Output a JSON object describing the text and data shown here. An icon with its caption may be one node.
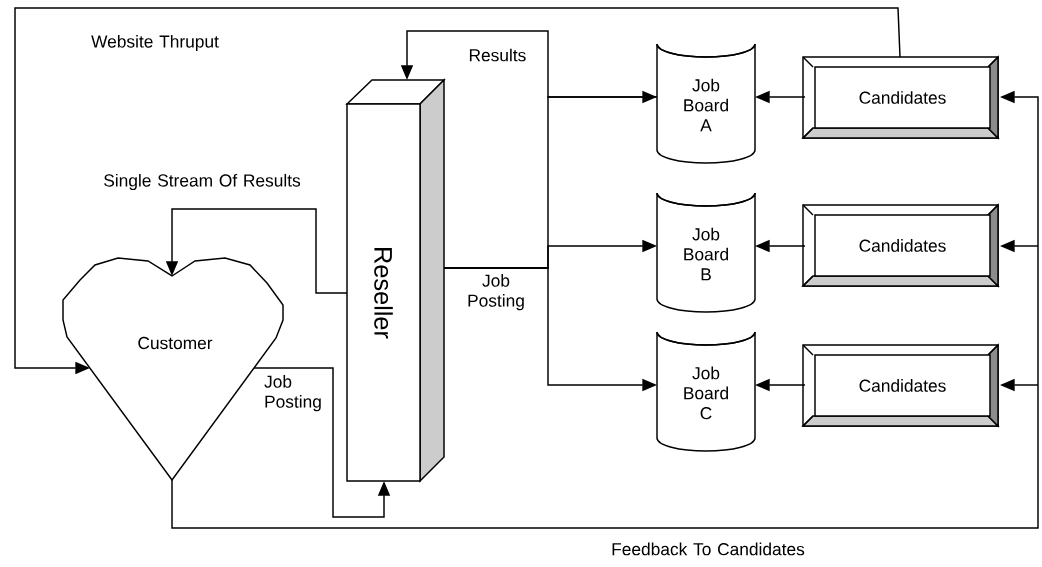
{
  "diagram": {
    "nodes": [
      {
        "text": [
          "Customer"
        ]
      },
      {
        "text": [
          "Reseller"
        ]
      },
      {
        "text": [
          "Job Board A"
        ]
      },
      {
        "text": [
          "Job Board B"
        ]
      },
      {
        "text": [
          "Job Board C"
        ]
      },
      {
        "text": [
          "Candidates"
        ]
      },
      {
        "text": [
          "Candidates"
        ]
      },
      {
        "text": [
          "Candidates"
        ]
      }
    ],
    "edges": [
      {
        "from": 1,
        "to": 0,
        "arrow": "to",
        "label": "Single Stream Of Results"
      },
      {
        "from": 0,
        "to": 1,
        "arrow": "to",
        "label": "Job Posting"
      },
      {
        "from": 2,
        "to": 1,
        "arrow": "to",
        "label": "Results"
      },
      {
        "from": 1,
        "to": 2,
        "arrow": "to",
        "label": "Job Posting"
      },
      {
        "from": 1,
        "to": 3,
        "arrow": "to"
      },
      {
        "from": 1,
        "to": 4,
        "arrow": "to"
      },
      {
        "from": 5,
        "to": 2,
        "arrow": "to"
      },
      {
        "from": 6,
        "to": 3,
        "arrow": "to"
      },
      {
        "from": 7,
        "to": 4,
        "arrow": "to"
      },
      {
        "from": 5,
        "to": 0,
        "arrow": "to",
        "label": "Website Thruput"
      },
      {
        "from": 0,
        "to": 5,
        "arrow": "to",
        "label": "Feedback To Candidates"
      },
      {
        "from": 0,
        "to": 6,
        "arrow": "to"
      },
      {
        "from": 0,
        "to": 7,
        "arrow": "to"
      }
    ]
  }
}
